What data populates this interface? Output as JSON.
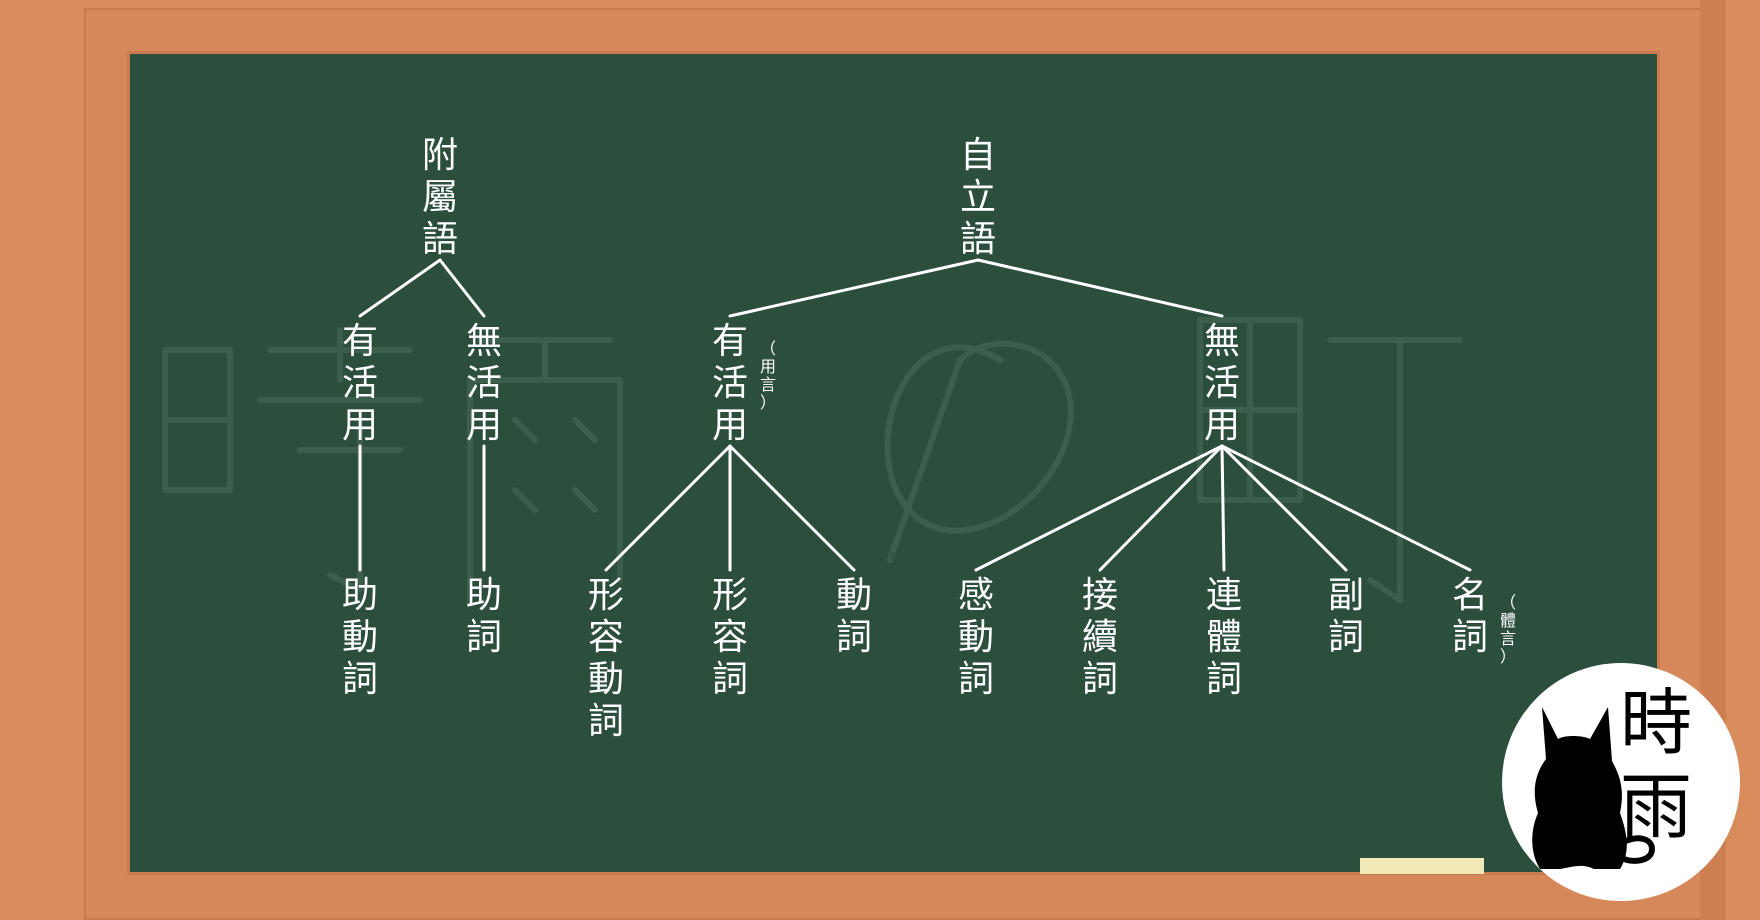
{
  "diagram": {
    "nodes": [
      {
        "id": "fuzokugo",
        "label": "附屬語"
      },
      {
        "id": "jiritsugo",
        "label": "自立語"
      },
      {
        "id": "f_yukatsuyo",
        "label": "有活用"
      },
      {
        "id": "f_mukatsuyo",
        "label": "無活用"
      },
      {
        "id": "j_yukatsuyo",
        "label": "有活用",
        "note": "（用言）"
      },
      {
        "id": "j_mukatsuyo",
        "label": "無活用"
      },
      {
        "id": "jodoshi",
        "label": "助動詞"
      },
      {
        "id": "joshi",
        "label": "助詞"
      },
      {
        "id": "keiyodoshi",
        "label": "形容動詞"
      },
      {
        "id": "keiyoshi",
        "label": "形容詞"
      },
      {
        "id": "doshi",
        "label": "動詞"
      },
      {
        "id": "kandoshi",
        "label": "感動詞"
      },
      {
        "id": "setsuzokushi",
        "label": "接續詞"
      },
      {
        "id": "rentaishi",
        "label": "連體詞"
      },
      {
        "id": "fukushi",
        "label": "副詞"
      },
      {
        "id": "meishi",
        "label": "名詞",
        "note": "（體言）"
      }
    ],
    "edges": [
      [
        "fuzokugo",
        "f_yukatsuyo"
      ],
      [
        "fuzokugo",
        "f_mukatsuyo"
      ],
      [
        "f_yukatsuyo",
        "jodoshi"
      ],
      [
        "f_mukatsuyo",
        "joshi"
      ],
      [
        "jiritsugo",
        "j_yukatsuyo"
      ],
      [
        "jiritsugo",
        "j_mukatsuyo"
      ],
      [
        "j_yukatsuyo",
        "keiyodoshi"
      ],
      [
        "j_yukatsuyo",
        "keiyoshi"
      ],
      [
        "j_yukatsuyo",
        "doshi"
      ],
      [
        "j_mukatsuyo",
        "kandoshi"
      ],
      [
        "j_mukatsuyo",
        "setsuzokushi"
      ],
      [
        "j_mukatsuyo",
        "rentaishi"
      ],
      [
        "j_mukatsuyo",
        "fukushi"
      ],
      [
        "j_mukatsuyo",
        "meishi"
      ]
    ]
  },
  "watermark": {
    "text": "時雨の町"
  },
  "logo": {
    "text": "時雨",
    "icon": "cat-silhouette-icon"
  },
  "colors": {
    "board": "#2c4e3c",
    "frame": "#d98c5c",
    "chalk": "#ffffff"
  }
}
